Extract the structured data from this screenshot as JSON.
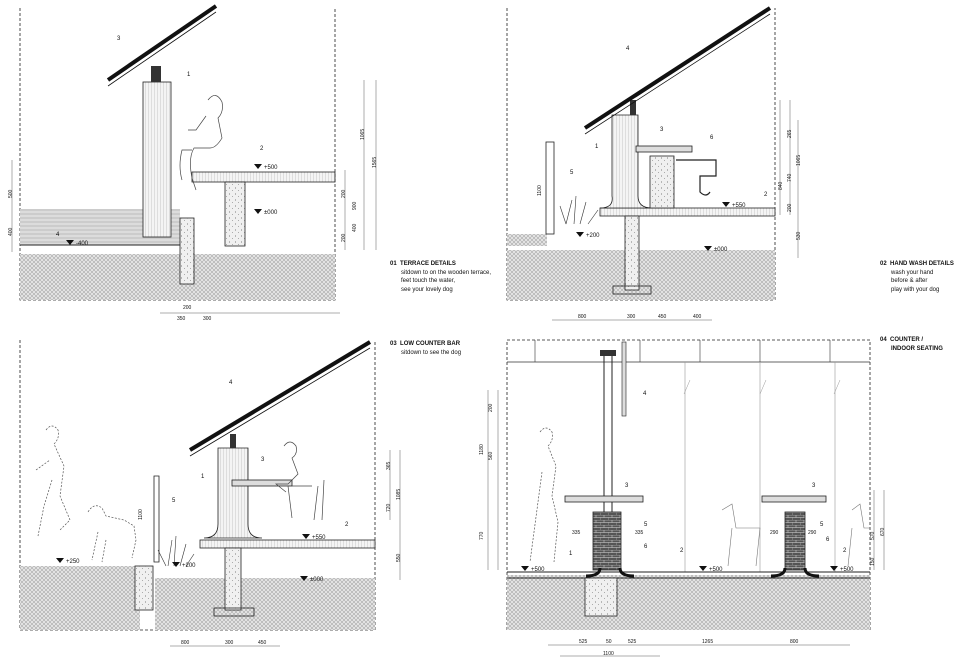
{
  "panels": [
    {
      "number": "01",
      "title": "TERRACE DETAILS",
      "lines": [
        "sitdown to on the wooden terrace,",
        "feet touch the water,",
        "see your lovely dog"
      ],
      "callouts": [
        "3",
        "1",
        "2",
        "4"
      ],
      "levels": [
        "+500",
        "±000",
        "-400"
      ],
      "dims_h": [
        "200",
        "350",
        "300"
      ],
      "dims_v": [
        "1065",
        "1565",
        "500",
        "900",
        "200",
        "400",
        "200",
        "400"
      ]
    },
    {
      "number": "02",
      "title": "HAND WASH DETAILS",
      "lines": [
        "wash your hand",
        "before & after",
        "play with your dog"
      ],
      "callouts": [
        "4",
        "3",
        "1",
        "6",
        "5",
        "2"
      ],
      "levels": [
        "+550",
        "+200",
        "±000"
      ],
      "dims_h": [
        "800",
        "300",
        "450",
        "400"
      ],
      "dims_v": [
        "265",
        "1065",
        "840",
        "740",
        "200",
        "530",
        "1100"
      ]
    },
    {
      "number": "03",
      "title": "LOW COUNTER BAR",
      "lines": [
        "sitdown to see the dog"
      ],
      "callouts": [
        "4",
        "3",
        "1",
        "5",
        "2"
      ],
      "levels": [
        "+250",
        "+200",
        "+550",
        "±000"
      ],
      "dims_h": [
        "800",
        "300",
        "450"
      ],
      "dims_v": [
        "365",
        "1085",
        "720",
        "550",
        "1100"
      ]
    },
    {
      "number": "04",
      "title": "COUNTER /",
      "title_line2": "INDOOR SEATING",
      "callouts": [
        "4",
        "3",
        "3",
        "5",
        "5",
        "6",
        "6",
        "1",
        "2",
        "2"
      ],
      "levels": [
        "+500",
        "+500",
        "+500"
      ],
      "dims_h": [
        "525",
        "50",
        "525",
        "1265",
        "800",
        "1100"
      ],
      "dims_h_inner": [
        "335",
        "335",
        "290",
        "290"
      ],
      "dims_v": [
        "200",
        "1180",
        "560",
        "770",
        "570",
        "670",
        "150"
      ]
    }
  ],
  "colors": {
    "line": "#1a1a1a",
    "hatch": "#9a9a9a",
    "ground": "#bfbfbf",
    "water": "#d8d8d8"
  }
}
